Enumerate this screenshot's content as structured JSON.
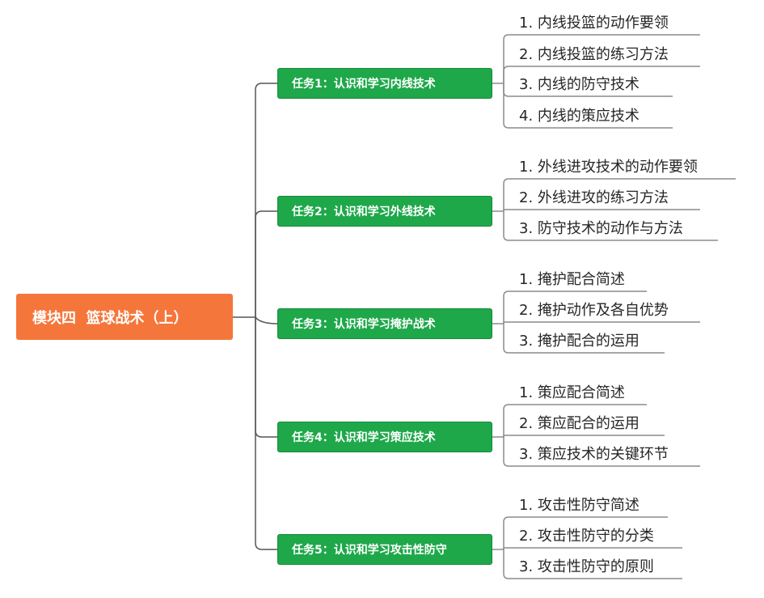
{
  "root": {
    "label": "模块四  篮球战术（上）"
  },
  "tasks": [
    {
      "label": "任务1：认识和学习内线技术",
      "items": [
        "1. 内线投篮的动作要领",
        "2. 内线投篮的练习方法",
        "3. 内线的防守技术",
        "4. 内线的策应技术"
      ]
    },
    {
      "label": "任务2：认识和学习外线技术",
      "items": [
        "1. 外线进攻技术的动作要领",
        "2. 外线进攻的练习方法",
        "3. 防守技术的动作与方法"
      ]
    },
    {
      "label": "任务3：认识和学习掩护战术",
      "items": [
        "1. 掩护配合简述",
        "2. 掩护动作及各自优势",
        "3. 掩护配合的运用"
      ]
    },
    {
      "label": "任务4：认识和学习策应技术",
      "items": [
        "1. 策应配合简述",
        "2. 策应配合的运用",
        "3. 策应技术的关键环节"
      ]
    },
    {
      "label": "任务5：认识和学习攻击性防守",
      "items": [
        "1. 攻击性防守简述",
        "2. 攻击性防守的分类",
        "3. 攻击性防守的原则"
      ]
    }
  ],
  "colors": {
    "root": "#f5763b",
    "task": "#1ea84a",
    "line": "#555555",
    "sub_line": "#8c8c8c"
  }
}
